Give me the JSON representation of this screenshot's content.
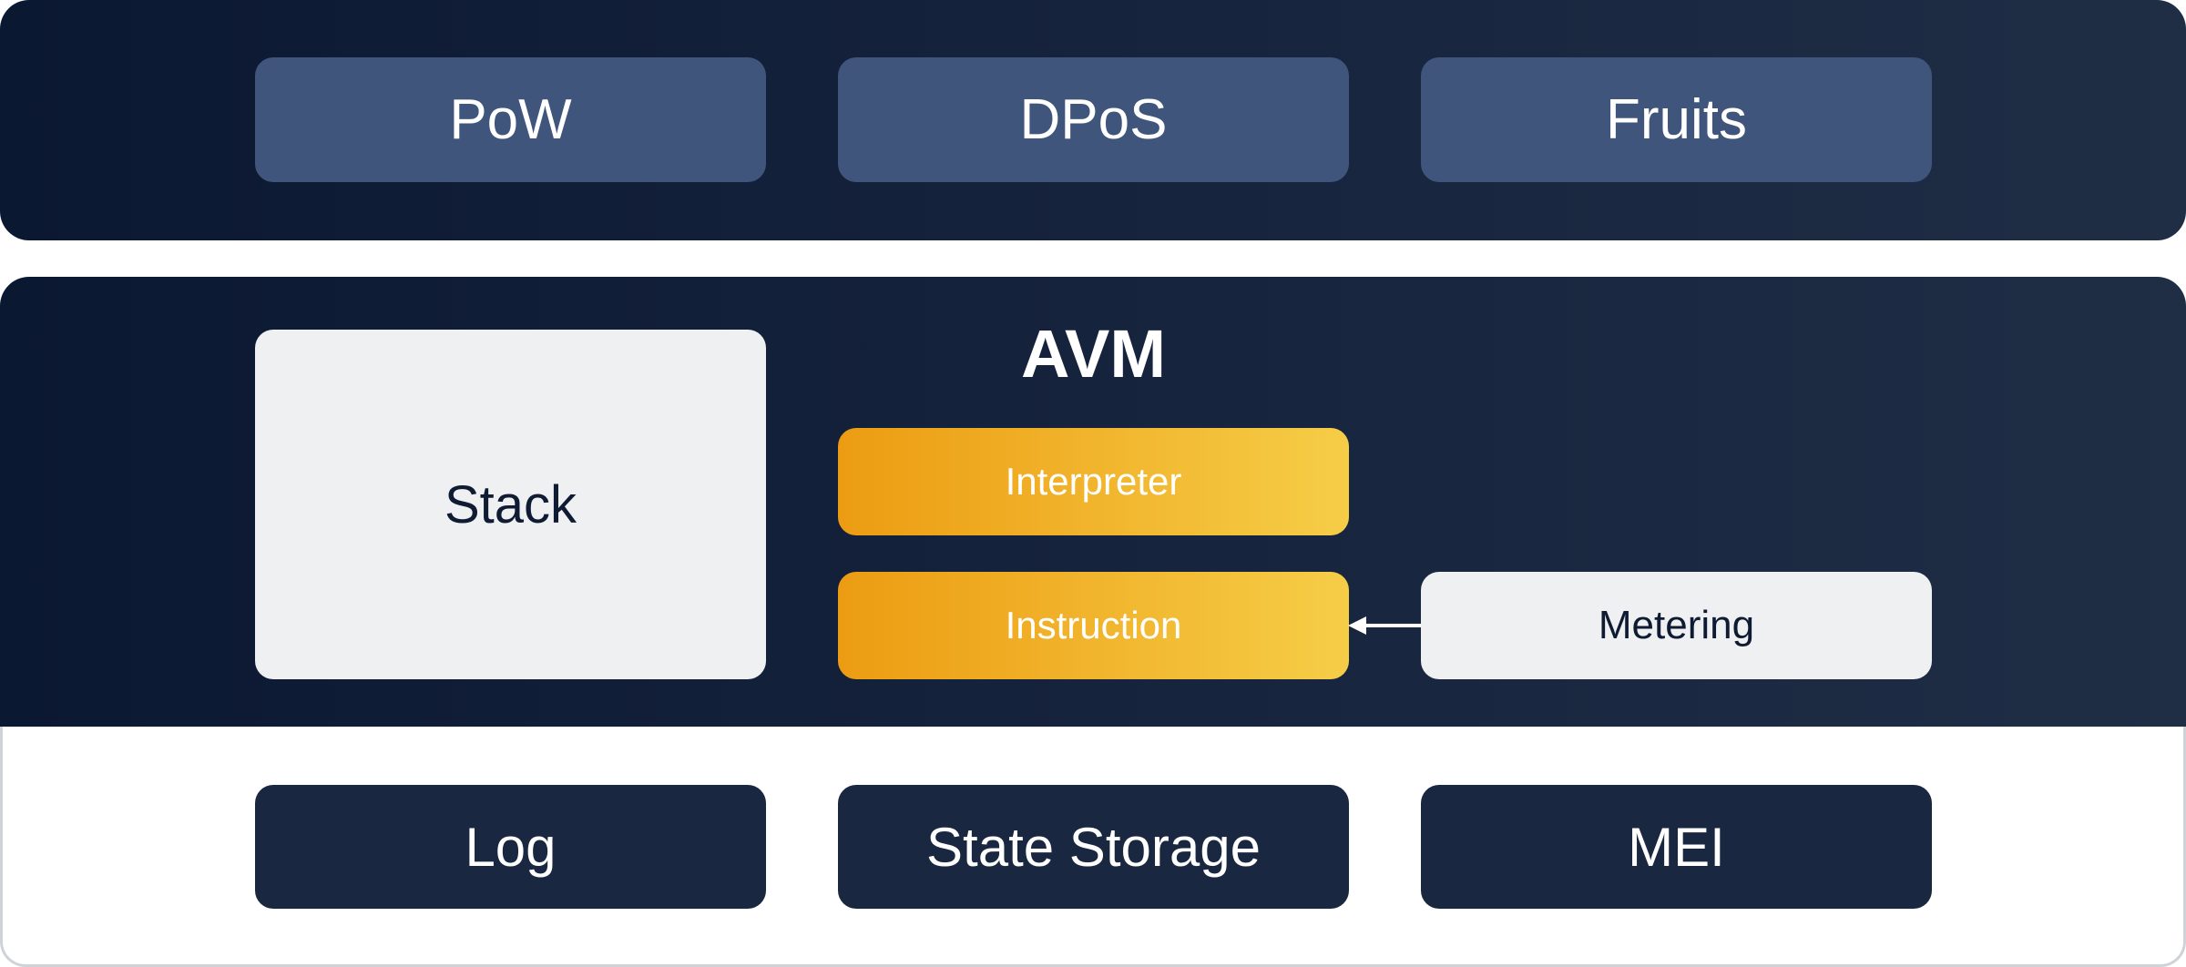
{
  "consensus_layer": {
    "items": [
      {
        "label": "PoW"
      },
      {
        "label": "DPoS"
      },
      {
        "label": "Fruits"
      }
    ]
  },
  "avm_layer": {
    "title": "AVM",
    "stack_label": "Stack",
    "interpreter_label": "Interpreter",
    "instruction_label": "Instruction",
    "metering_label": "Metering"
  },
  "storage_layer": {
    "items": [
      {
        "label": "Log"
      },
      {
        "label": "State Storage"
      },
      {
        "label": "MEI"
      }
    ]
  },
  "colors": {
    "layer_dark": "#16233d",
    "consensus_box": "#3f557b",
    "gold_start": "#ec9c12",
    "gold_end": "#f6cd47",
    "light_box": "#eff0f2",
    "storage_box": "#1a2740"
  }
}
